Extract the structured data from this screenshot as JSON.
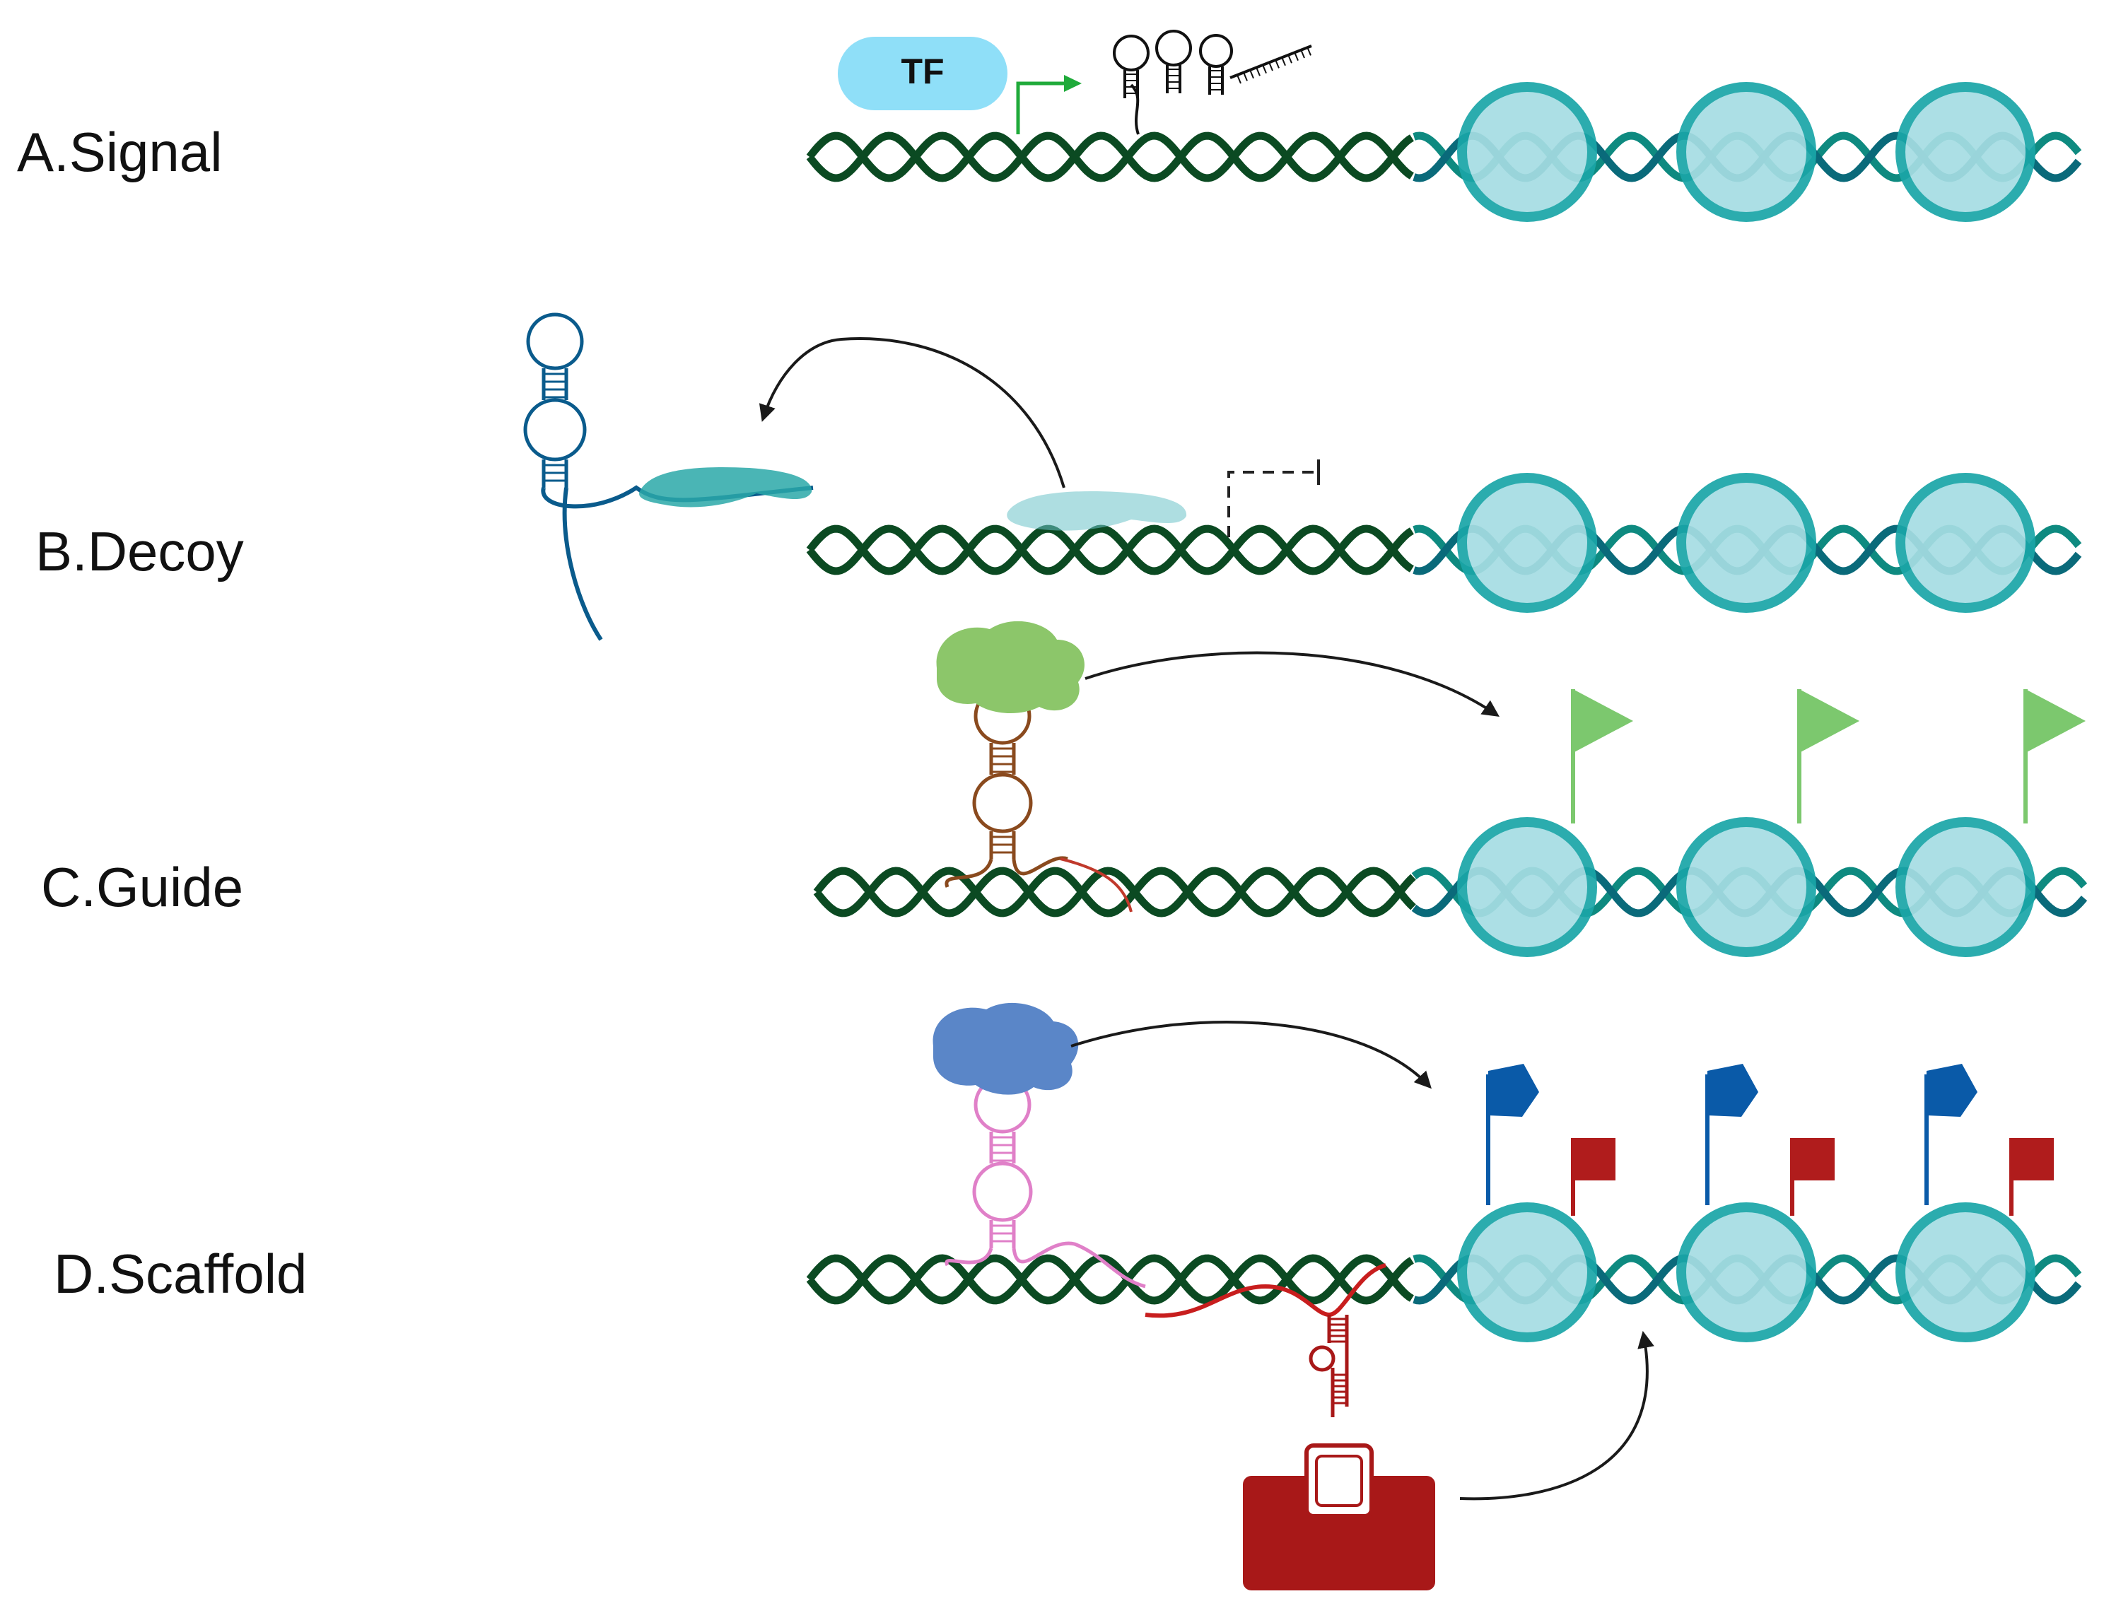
{
  "panels": {
    "a": {
      "label": "A.Signal"
    },
    "b": {
      "label": "B.Decoy"
    },
    "c": {
      "label": "C.Guide"
    },
    "d": {
      "label": "D.Scaffold"
    }
  },
  "tf": {
    "label": "TF"
  },
  "colors": {
    "dna_dark": "#0b4a22",
    "dna_teal": "#0e8a80",
    "nucleosome_fill": "#a6dde3",
    "nucleosome_ring": "#1aa6a8",
    "tf_fill": "#8fdff8",
    "decoy_rna": "#0a5b8c",
    "guide_protein": "#8cc66a",
    "guide_rna": "#8a4a1e",
    "flag_green": "#7cc86e",
    "scaffold_protein": "#5a86c8",
    "scaffold_rna": "#e080c8",
    "flag_blue": "#0a5aa8",
    "flag_red": "#b01c1c",
    "complex_red": "#a81818",
    "arrow": "#1a1a1a"
  }
}
